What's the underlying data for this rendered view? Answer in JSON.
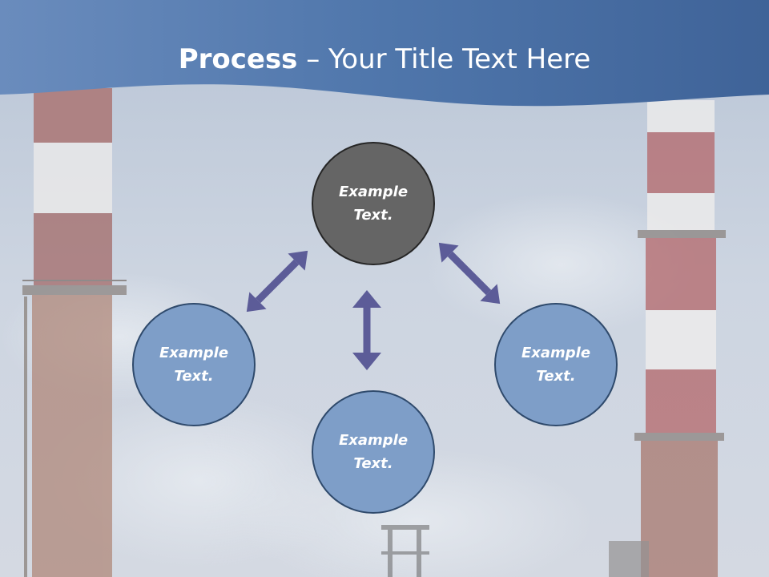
{
  "header": {
    "title_bold": "Process",
    "title_rest": " – Your Title Text Here"
  },
  "diagram": {
    "center_node": {
      "label": "Example\nText."
    },
    "outer_nodes": [
      {
        "id": "left",
        "label": "Example\nText."
      },
      {
        "id": "bottom",
        "label": "Example\nText."
      },
      {
        "id": "right",
        "label": "Example\nText."
      }
    ],
    "arrows": [
      "center-to-left",
      "center-to-bottom",
      "center-to-right"
    ]
  },
  "colors": {
    "header_band": "#4b72a8",
    "sky": "#cdd6e2",
    "center_node_fill": "#656565",
    "outer_node_fill": "#7e9ec8",
    "arrow": "#5a5a96",
    "chimney_red": "#a5484b",
    "chimney_white": "#e8e6e4"
  }
}
